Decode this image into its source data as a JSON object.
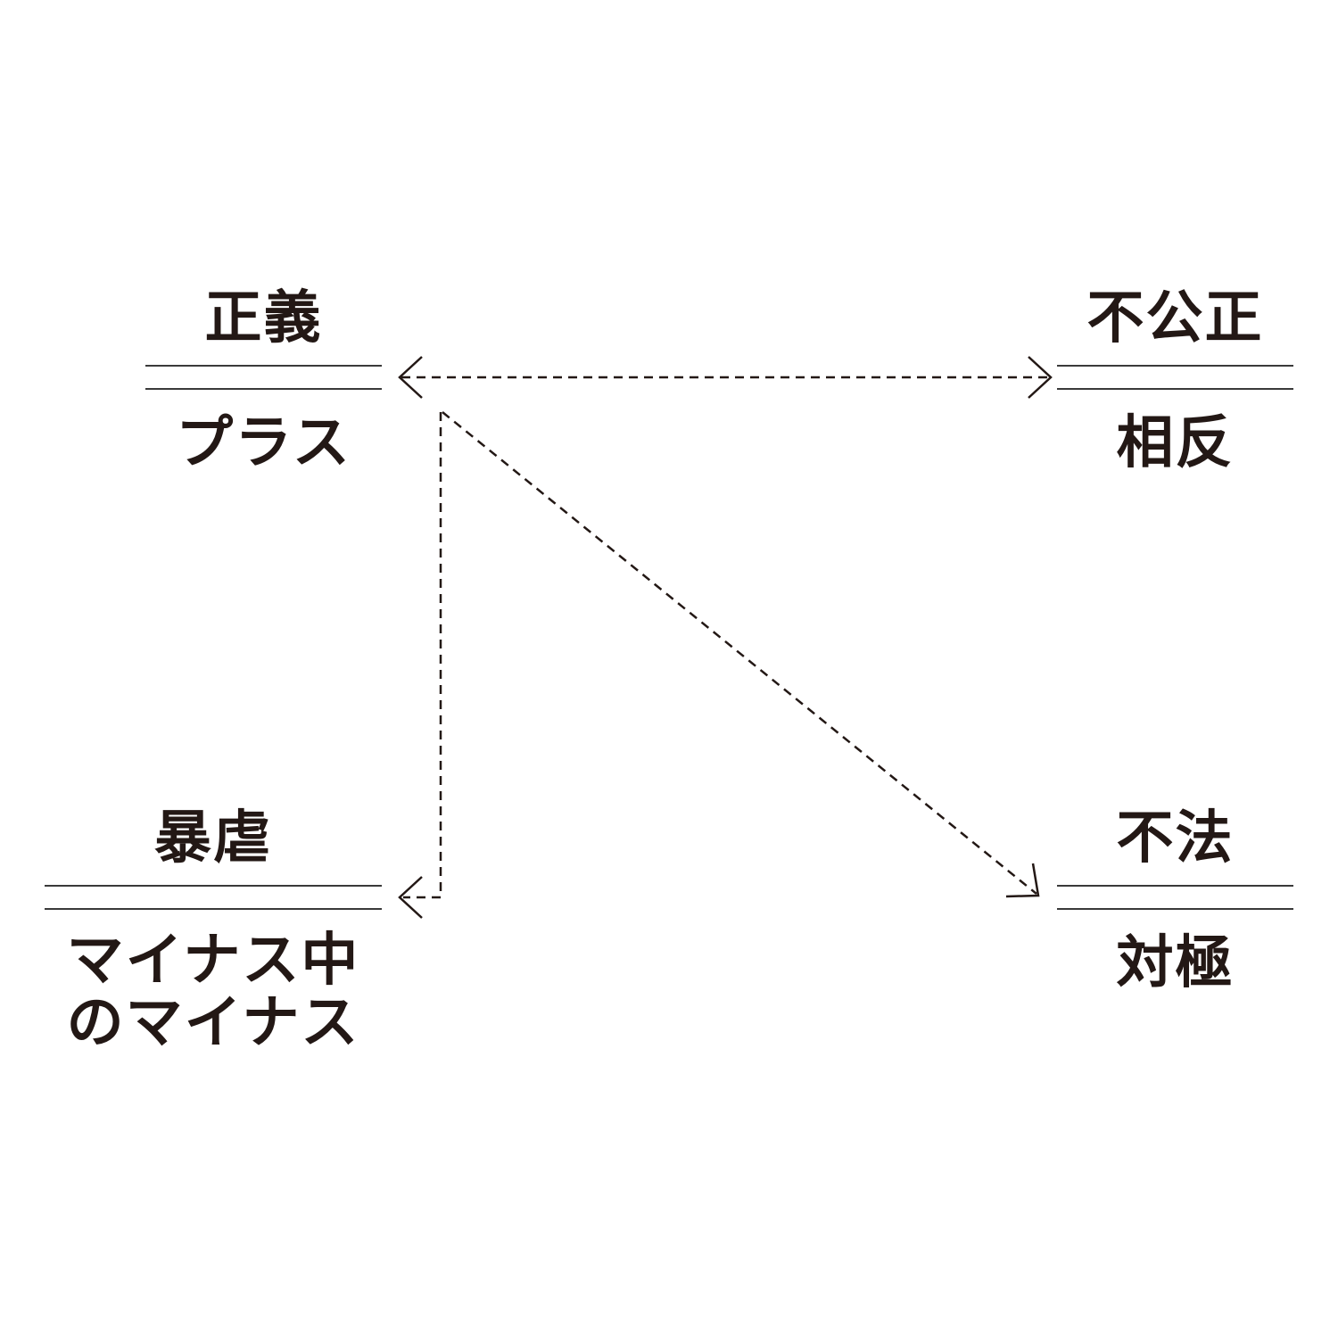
{
  "nodes": {
    "justice": {
      "term": "正義",
      "sub": "プラス"
    },
    "unfair": {
      "term": "不公正",
      "sub": "相反"
    },
    "tyranny": {
      "term": "暴虐",
      "sub": "マイナス中のマイナス"
    },
    "illegal": {
      "term": "不法",
      "sub": "対極"
    }
  },
  "colors": {
    "ink": "#231815",
    "line": "#3a3a3a",
    "background": "#ffffff"
  }
}
